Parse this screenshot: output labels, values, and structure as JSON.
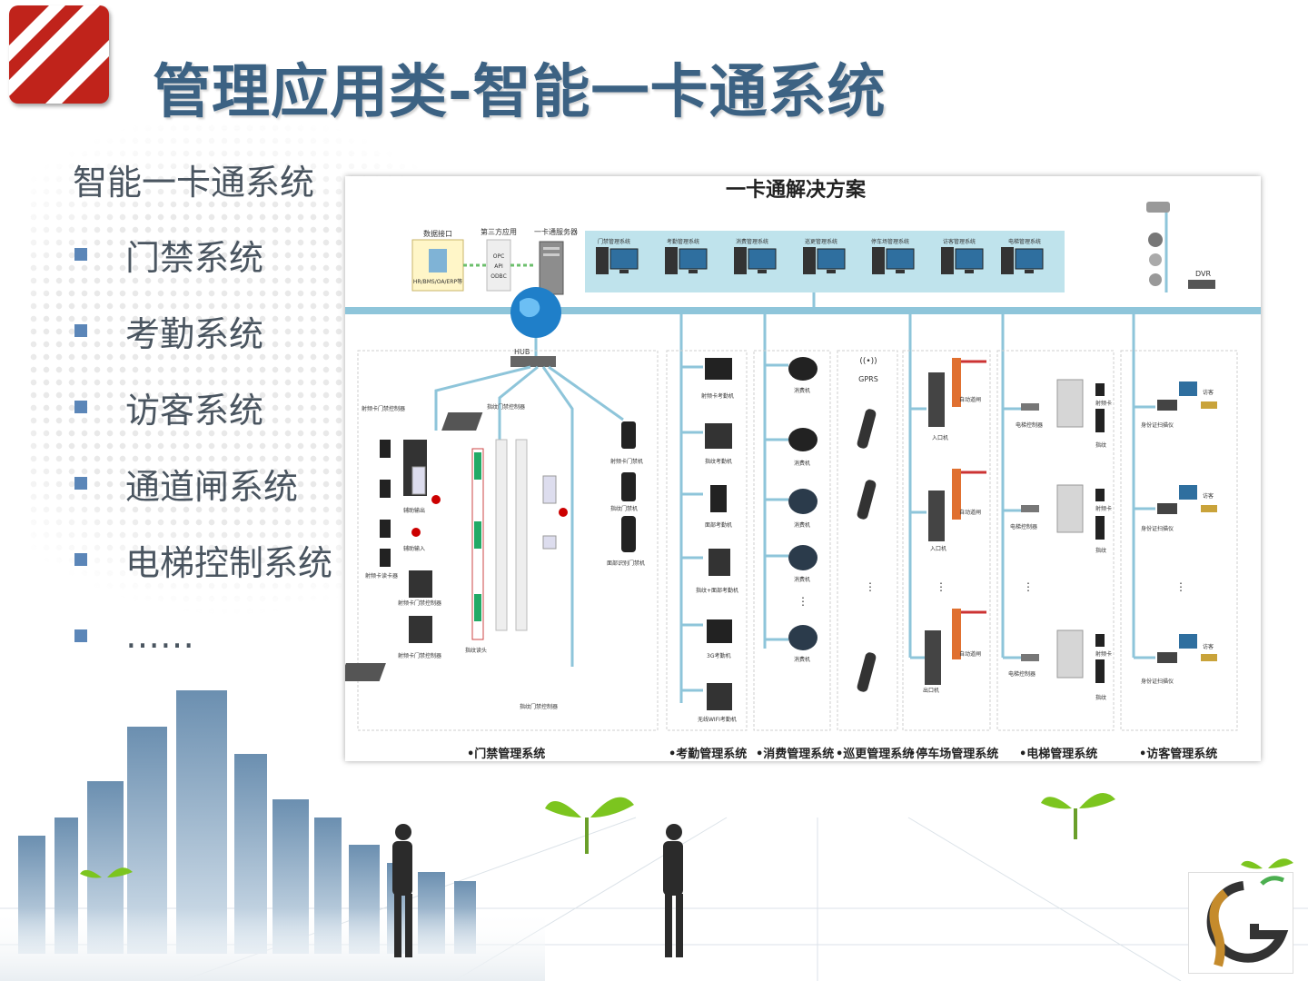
{
  "slide": {
    "title": "管理应用类-智能一卡通系统",
    "section_heading": "智能一卡通系统",
    "bullets": [
      "门禁系统",
      "考勤系统",
      "访客系统",
      "通道闸系统",
      "电梯控制系统",
      "……"
    ]
  },
  "diagram": {
    "title": "一卡通解决方案",
    "top_labels": {
      "interface": "数据接口",
      "interface_sub": "HR/BMS/OA/ERP等",
      "third_party": "第三方应用",
      "third_party_items": [
        "OPC",
        "API",
        "ODBC"
      ],
      "server": "一卡通服务器",
      "hub": "HUB",
      "dvr": "DVR",
      "gprs": "GPRS"
    },
    "workstations": [
      "门禁管理系统",
      "考勤管理系统",
      "消费管理系统",
      "巡更管理系统",
      "停车场管理系统",
      "访客管理系统",
      "电梯管理系统"
    ],
    "access_labels": {
      "ctrl_top": "射频卡门禁控制器",
      "fp_ctrl": "指纹门禁控制器",
      "reader": "射频卡读卡器",
      "aux_out": "辅助输出",
      "aux_in": "辅助输入",
      "ctrl_mid": "射频卡门禁控制器",
      "ctrl_bot": "射频卡门禁控制器",
      "fp_head": "指纹读头",
      "fp_ctrl_bot": "指纹门禁控制器",
      "rf_door": "射频卡门禁机",
      "fp_door": "指纹门禁机",
      "face_door": "面部识别门禁机"
    },
    "attendance_devices": [
      "射频卡考勤机",
      "指纹考勤机",
      "面部考勤机",
      "指纹+面部考勤机",
      "3G考勤机",
      "无线WIFI考勤机"
    ],
    "pos_devices": [
      "消费机",
      "消费机",
      "消费机",
      "消费机",
      "消费机"
    ],
    "parking_labels": {
      "entry": "入口机",
      "barrier": "自动道闸",
      "exit": "出口机"
    },
    "elevator_labels": {
      "ctrl": "电梯控制器",
      "card": "射频卡",
      "fp": "指纹"
    },
    "visitor_labels": {
      "reader": "身份证扫描仪",
      "label": "访客"
    },
    "ellipsis": "⋮",
    "footer": [
      "•门禁管理系统",
      "•考勤管理系统",
      "•消费管理系统",
      "•巡更管理系统",
      "•停车场管理系统",
      "•电梯管理系统",
      "•访客管理系统"
    ]
  },
  "colors": {
    "title": "#3c6283",
    "text": "#4a5560",
    "bullet": "#5b86b8",
    "bus": "#8ec5da",
    "workstation_band": "#bfe3ec",
    "logo_red": "#c0231b"
  }
}
